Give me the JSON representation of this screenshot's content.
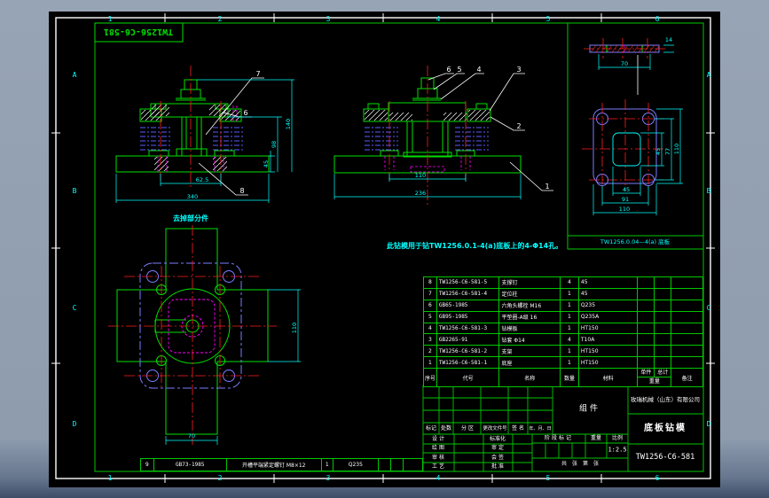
{
  "sheet": {
    "stamp_no": "TW1256-C6-581",
    "note": "此钻模用于钻TW1256.0.1-4(a)底板上的4-Φ14孔。",
    "zone_cols": [
      "1",
      "2",
      "3",
      "4",
      "5",
      "6"
    ],
    "zone_rows": [
      "A",
      "B",
      "C",
      "D"
    ]
  },
  "views": {
    "front_partial": {
      "label": "去掉部分件",
      "balloon_top": "7",
      "balloon_right": "6",
      "balloon_bottom": "8",
      "dim_bolt_span": "62.5",
      "dim_base_width": "340",
      "dim_h1": "45",
      "dim_h2": "98",
      "dim_h3": "140"
    },
    "front_full": {
      "balloons": [
        "6",
        "5",
        "4",
        "3",
        "2",
        "1"
      ],
      "dim_inner": "110",
      "dim_total": "236"
    },
    "detail": {
      "caption": "TW1256.0.04—4(a) 底板",
      "dim_strip_span": "70",
      "dim_strip_thk": "14",
      "dims_right": [
        "45",
        "77",
        "110"
      ],
      "dims_bottom": [
        "45",
        "91",
        "110"
      ]
    },
    "plan": {
      "dim_height": "110",
      "dim_slot": "70"
    }
  },
  "bom": {
    "headers": {
      "no": "序号",
      "code": "代号",
      "name": "名称",
      "qty": "数量",
      "mat": "材料",
      "unit": "单件",
      "total": "总计",
      "weight": "重量",
      "notes": "备注"
    },
    "rows": [
      {
        "no": "8",
        "code": "TW1256-C6-581-5",
        "name": "支撑钉",
        "qty": "4",
        "mat": "45"
      },
      {
        "no": "7",
        "code": "TW1256-C6-581-4",
        "name": "定位柱",
        "qty": "1",
        "mat": "45"
      },
      {
        "no": "6",
        "code": "GB65-1985",
        "name": "六角头螺栓 M16",
        "qty": "1",
        "mat": "Q235"
      },
      {
        "no": "5",
        "code": "GB95-1985",
        "name": "平垫圈-A级 16",
        "qty": "1",
        "mat": "Q235A"
      },
      {
        "no": "4",
        "code": "TW1256-C6-581-3",
        "name": "钻模板",
        "qty": "1",
        "mat": "HT150"
      },
      {
        "no": "3",
        "code": "GB2265-91",
        "name": "钻套 Φ14",
        "qty": "4",
        "mat": "T10A"
      },
      {
        "no": "2",
        "code": "TW1256-C6-581-2",
        "name": "支架",
        "qty": "1",
        "mat": "HT150"
      },
      {
        "no": "1",
        "code": "TW1256-C6-581-1",
        "name": "底座",
        "qty": "1",
        "mat": "HT150"
      }
    ],
    "extra_row": {
      "no": "9",
      "code": "GB73-1985",
      "name": "开槽平端紧定螺钉 M8×12",
      "qty": "1",
      "mat": "Q235"
    }
  },
  "title_block": {
    "part_type": "组件",
    "company": "玫瑞机械（山东）有限公司",
    "drawing_title": "底板钻模",
    "drawing_no": "TW1256-C6-581",
    "scale": "1:2.5",
    "stage_label": "阶段标记",
    "weight_label": "重量",
    "scale_label": "比例",
    "sheet_label": "共　张　第　张",
    "revision_headers": [
      "标记",
      "处数",
      "分 区",
      "更改文件号",
      "签 名",
      "年、月、日"
    ],
    "sign_labels": [
      "设 计",
      "绘 图",
      "审 核",
      "工 艺"
    ],
    "approve_labels": [
      "标准化",
      "审 定",
      "会 签",
      "批 准"
    ]
  }
}
